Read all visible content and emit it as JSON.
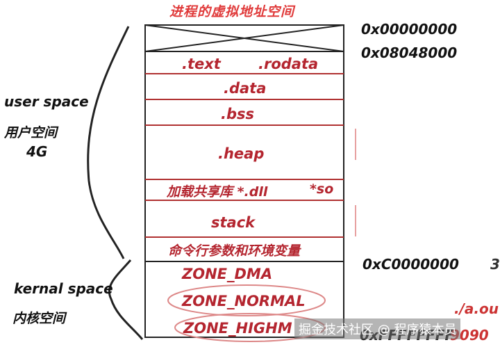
{
  "title": "进程的虚拟地址空间",
  "segments": {
    "text": ".text",
    "rodata": ".rodata",
    "data": ".data",
    "bss": ".bss",
    "heap": ".heap",
    "shared_lib": "加载共享库 *.dll",
    "so": "*so",
    "stack": "stack",
    "args_env": "命令行参数和环境变量",
    "zone_dma": "ZONE_DMA",
    "zone_normal": "ZONE_NORMAL",
    "zone_highmem": "ZONE_HIGHM"
  },
  "addresses": {
    "start": "0x00000000",
    "text_start": "0x08048000",
    "kernel_start": "0xC0000000",
    "end": "0xFFFFFFFF"
  },
  "side_labels": {
    "user_space": "user space",
    "user_space_cn": "用户空间",
    "user_size": "4G",
    "kernel_space": "kernal space",
    "kernel_space_cn": "内核空间"
  },
  "extra": {
    "right_3": "3",
    "right_aout": "./a.ou",
    "right_9090": "9090"
  },
  "watermark": "掘金技术社区 @ 程序猿本员",
  "colors": {
    "title": "#e03a3a",
    "segment_text": "#b4252f",
    "lines": "#b03030"
  }
}
